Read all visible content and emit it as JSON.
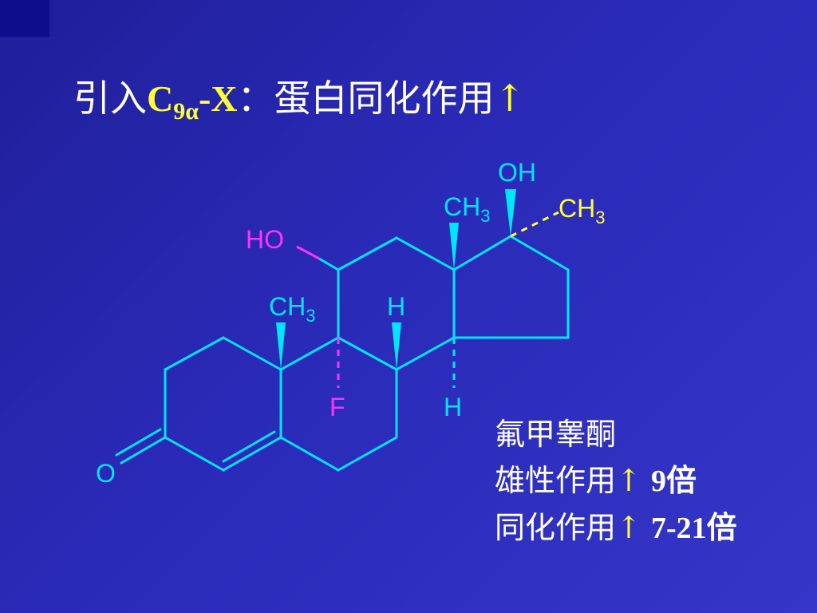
{
  "slide": {
    "title": {
      "prefix": "引入",
      "c": "C",
      "subscript": "9α",
      "x": "-X",
      "colon": "：",
      "text": "蛋白同化作用",
      "arrow": "↑"
    },
    "colors": {
      "background": "#2a2ab8",
      "highlight": "#ffff33",
      "bond": "#00e5ff",
      "heteroatom": "#ff33ff"
    }
  },
  "molecule": {
    "labels": {
      "oh_top": "OH",
      "ch3_c18": "CH",
      "ch3_c18_sub": "3",
      "ch3_side": "CH",
      "ch3_side_sub": "3",
      "ho": "HO",
      "ch3_c19": "CH",
      "ch3_c19_sub": "3",
      "h_c8": "H",
      "f": "F",
      "h_c14": "H",
      "o": "O"
    }
  },
  "info": {
    "name": "氟甲睾酮",
    "line1_text": "雄性作用",
    "line1_arrow": "↑",
    "line1_value": "9倍",
    "line2_text": "同化作用",
    "line2_arrow": "↑",
    "line2_value": "7-21倍"
  }
}
